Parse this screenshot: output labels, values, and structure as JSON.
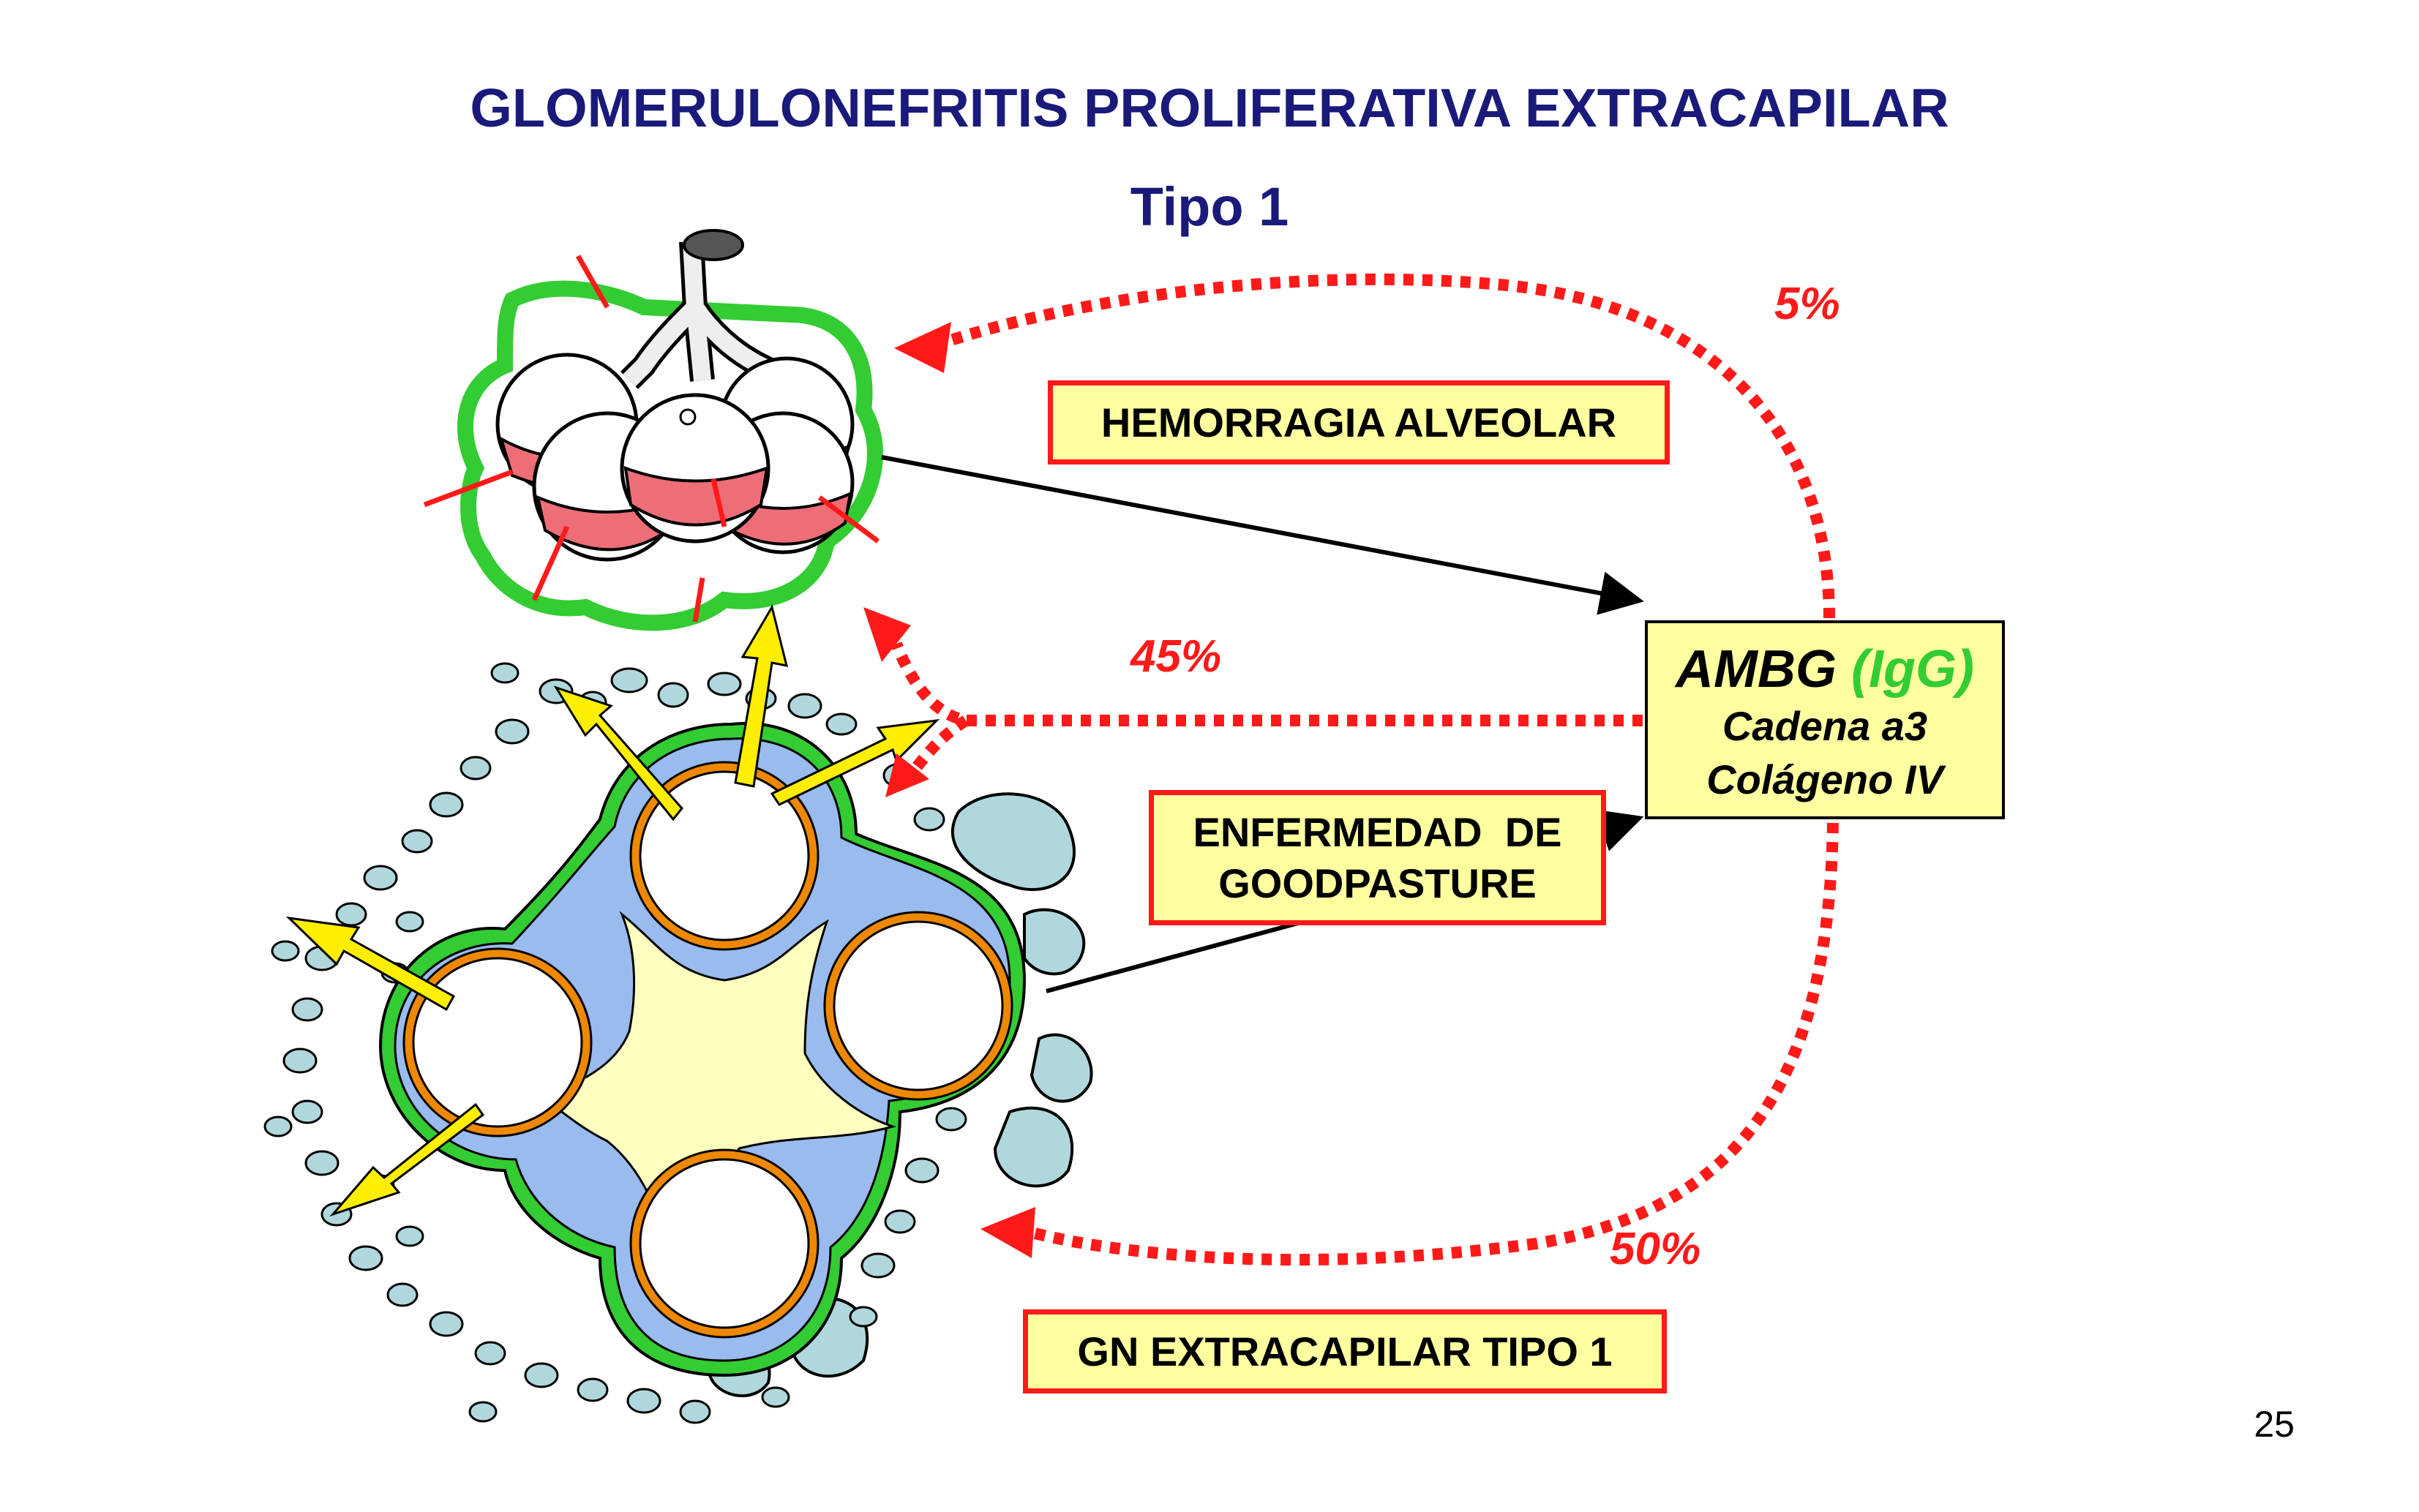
{
  "title": "GLOMERULONEFRITIS PROLIFERATIVA EXTRACAPILAR",
  "subtitle": "Tipo 1",
  "boxes": {
    "hemorragia": "HEMORRAGIA ALVEOLAR",
    "goodpasture_line1": "ENFERMEDAD  DE",
    "goodpasture_line2": "GOODPASTURE",
    "gn": "GN EXTRACAPILAR TIPO 1"
  },
  "ambg": {
    "main": "AMBG",
    "igg": "(IgG)",
    "line1": "Cadena a3",
    "line2": "Colágeno IV"
  },
  "percentages": {
    "p5": "5%",
    "p45": "45%",
    "p50": "50%"
  },
  "page_number": "25",
  "colors": {
    "title": "#1a1a7a",
    "dotted_arrow": "#ff1a1a",
    "box_fill": "#ffffa0",
    "box_border": "#ff1a1a",
    "igg_green": "#33cc33",
    "membrane_green": "#33cc33",
    "membrane_blue": "#99bbee",
    "capillary_orange": "#ee8800",
    "crescent_cells": "#b0d8dc",
    "alveolar_blood": "#ee6e78",
    "yellow_arrow": "#ffee00"
  }
}
